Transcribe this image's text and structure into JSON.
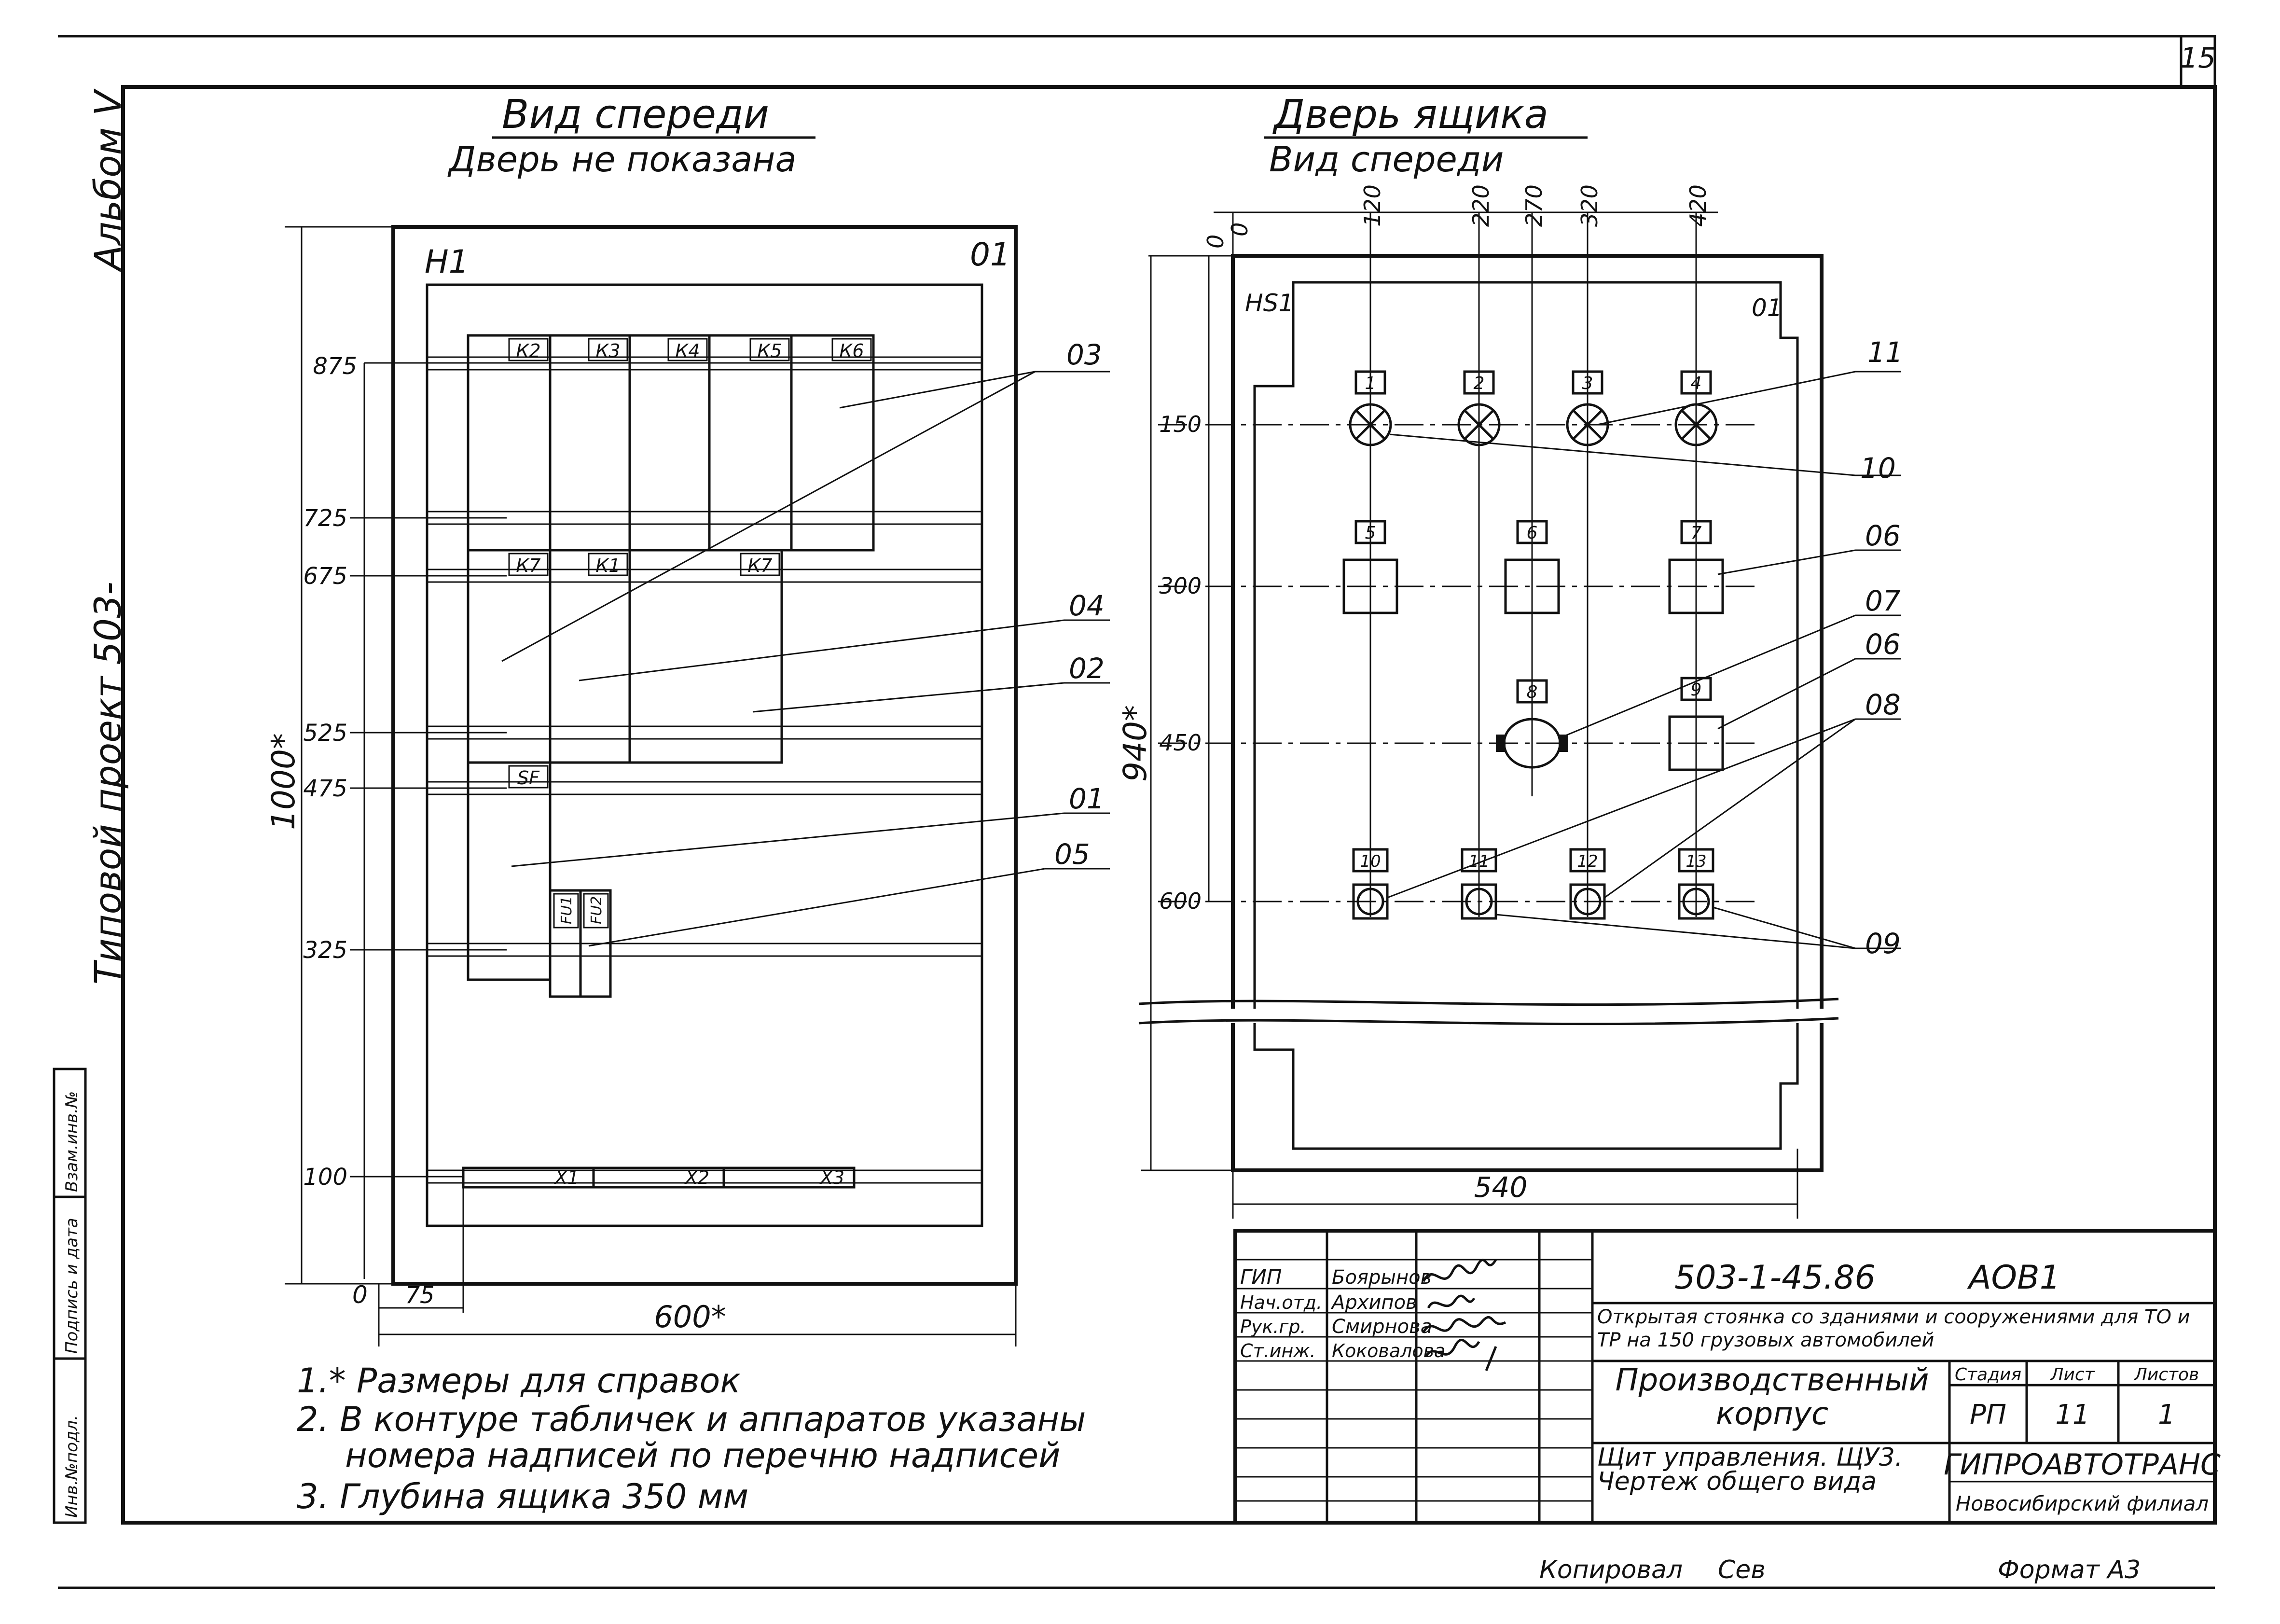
{
  "sheet": {
    "page_number": "15",
    "album_label": "Альбом V",
    "project_label": "Типовой проект 503-",
    "copied_by": "Копировал",
    "copied_sign": "Сев",
    "format": "Формат А3",
    "side_stamp": [
      "Инв.№подл.",
      "Подпись и дата",
      "Взам.инв.№"
    ]
  },
  "front_view": {
    "title": "Вид спереди",
    "subtitle": "Дверь не показана",
    "corner_left": "Н1",
    "corner_right": "01",
    "height_dim": "1000*",
    "width_dim": "600*",
    "offset_dim": "75",
    "zero_label": "0",
    "levels": [
      "875",
      "725",
      "675",
      "525",
      "475",
      "325",
      "100"
    ],
    "relay_tags_top": [
      "К2",
      "К3",
      "К4",
      "К5",
      "К6"
    ],
    "relay_tags_mid": [
      "К7",
      "К1",
      "К7"
    ],
    "breaker_tag": "SF",
    "fuse_tags": [
      "FU1",
      "FU2"
    ],
    "terminal_tags": [
      "Х1",
      "Х2",
      "Х3"
    ],
    "callouts": [
      "03",
      "04",
      "02",
      "01",
      "05"
    ]
  },
  "door_view": {
    "title": "Дверь ящика",
    "subtitle": "Вид спереди",
    "corner_left": "HS1",
    "corner_right": "01",
    "zero_labels": [
      "0",
      "0"
    ],
    "top_dims": [
      "120",
      "220",
      "270",
      "320",
      "420"
    ],
    "levels": [
      "150",
      "300",
      "450",
      "600"
    ],
    "height_dim": "940*",
    "width_dim": "540",
    "lamp_tags": [
      "1",
      "2",
      "3",
      "4"
    ],
    "square_tags": [
      "5",
      "6",
      "7"
    ],
    "meter_tag": "8",
    "square2_tag": "9",
    "button_tags": [
      "10",
      "11",
      "12",
      "13"
    ],
    "callouts": [
      "11",
      "10",
      "06",
      "07",
      "06",
      "08",
      "09"
    ]
  },
  "notes": [
    "1.* Размеры для справок",
    "2. В контуре табличек и аппаратов указаны",
    "номера надписей по перечню надписей",
    "3. Глубина ящика 350 мм"
  ],
  "title_block": {
    "signatures": [
      {
        "role": "ГИП",
        "name": "Боярынов"
      },
      {
        "role": "Нач.отд.",
        "name": "Архипов"
      },
      {
        "role": "Рук.гр.",
        "name": "Смирнова"
      },
      {
        "role": "Ст.инж.",
        "name": "Коковалова"
      }
    ],
    "designation": "503-1-45.86",
    "album_code": "АОВ1",
    "project_name": "Открытая стоянка со зданиями и сооружениями для ТО и ТР на 150 грузовых автомобилей",
    "building": "Производственный корпус",
    "drawing_title": "Щит управления. ЩУ3. Чертеж общего вида",
    "stage_header": "Стадия",
    "sheet_header": "Лист",
    "sheets_header": "Листов",
    "stage": "РП",
    "sheet": "11",
    "sheets": "1",
    "organization": "ГИПРОАВТОТРАНС",
    "branch": "Новосибирский филиал"
  }
}
